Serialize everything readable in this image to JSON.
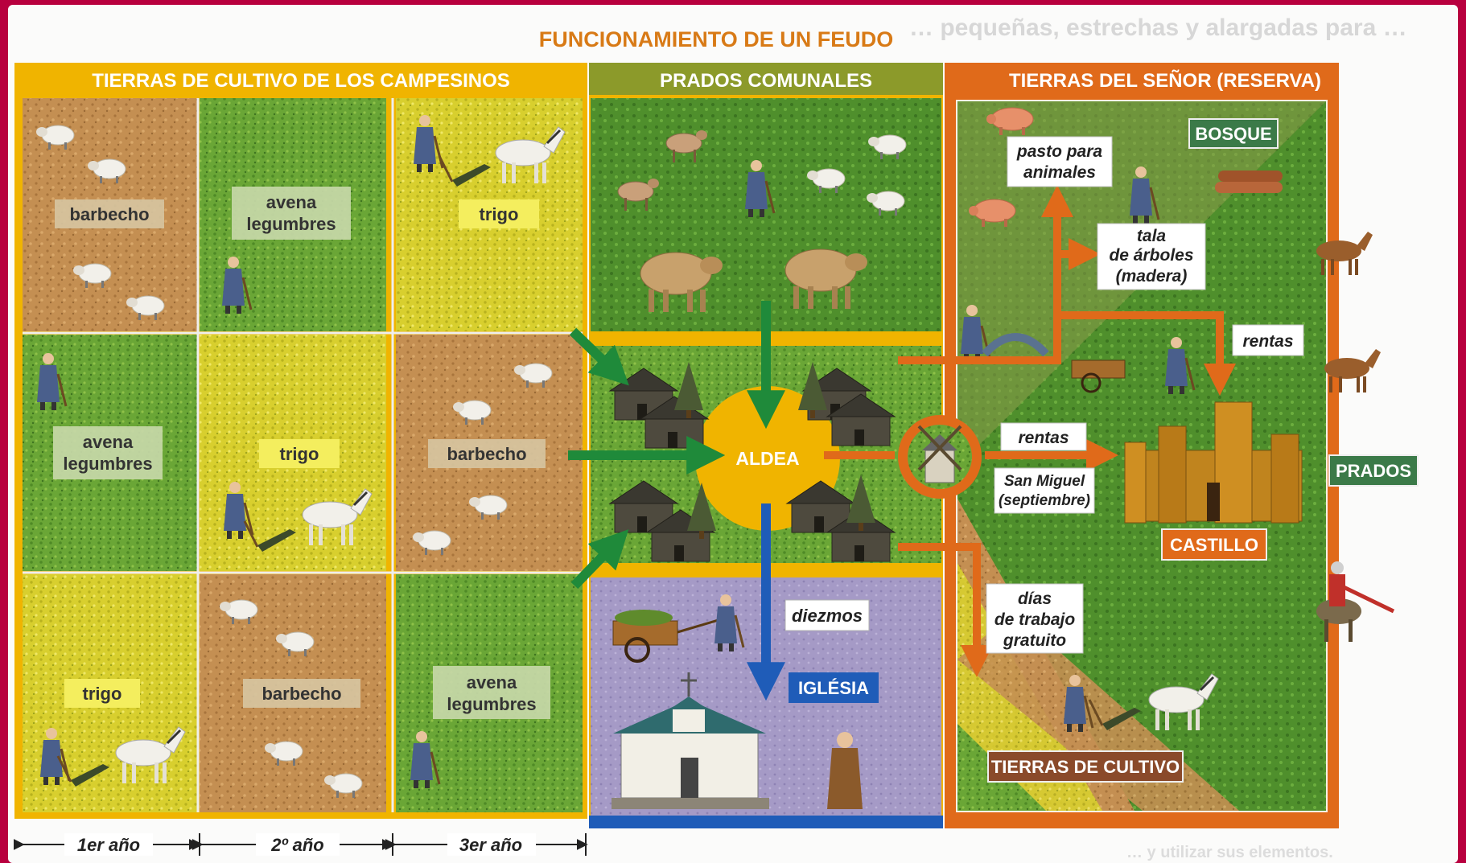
{
  "title": "FUNCIONAMIENTO DE UN FEUDO",
  "background_text": "… pequeñas, estrechas y alargadas para …",
  "background_text_bottom": "… y utilizar sus elementos.",
  "sections": {
    "campesinos": "TIERRAS DE CULTIVO DE LOS CAMPESINOS",
    "prados": "PRADOS COMUNALES",
    "senor": "TIERRAS DEL SEÑOR (RESERVA)"
  },
  "fields": {
    "r1c1": [
      "barbecho"
    ],
    "r1c2": [
      "avena",
      "legumbres"
    ],
    "r1c3": [
      "trigo"
    ],
    "r2c1": [
      "avena",
      "legumbres"
    ],
    "r2c2": [
      "trigo"
    ],
    "r2c3": [
      "barbecho"
    ],
    "r3c1": [
      "trigo"
    ],
    "r3c2": [
      "barbecho"
    ],
    "r3c3": [
      "avena",
      "legumbres"
    ]
  },
  "years": [
    "1er año",
    "2º año",
    "3er año"
  ],
  "aldea": "ALDEA",
  "iglesia": "IGLÉSIA",
  "diezmos": "diezmos",
  "senor_labels": {
    "bosque": "BOSQUE",
    "pasto": [
      "pasto para",
      "animales"
    ],
    "tala": [
      "tala",
      "de árboles",
      "(madera)"
    ],
    "rentas_top": "rentas",
    "rentas_mid": "rentas",
    "san_miguel": [
      "San Miguel",
      "(septiembre)"
    ],
    "castillo": "CASTILLO",
    "prados": "PRADOS",
    "dias": [
      "días",
      "de trabajo",
      "gratuito"
    ],
    "tierras_cultivo": "TIERRAS DE CULTIVO"
  },
  "colors": {
    "frame": "#b8003e",
    "paper": "#ffffff",
    "yellow_header": "#f0b400",
    "olive_header": "#8c9a2a",
    "orange": "#e06a1a",
    "blue": "#1f5cb8",
    "green_arrow": "#1f8a3a",
    "soil": "#c48f52",
    "grass": "#6aa636",
    "wheat": "#d8cf2e",
    "church_bg": "#a59ac6",
    "title_text": "#d87a16"
  },
  "icons": [
    "sheep-icon",
    "peasant-icon",
    "horse-plow-icon",
    "cow-icon",
    "goat-icon",
    "pig-icon",
    "house-icon",
    "mill-icon",
    "castle-icon",
    "church-icon",
    "knight-icon",
    "monk-icon",
    "cart-icon",
    "log-icon"
  ]
}
